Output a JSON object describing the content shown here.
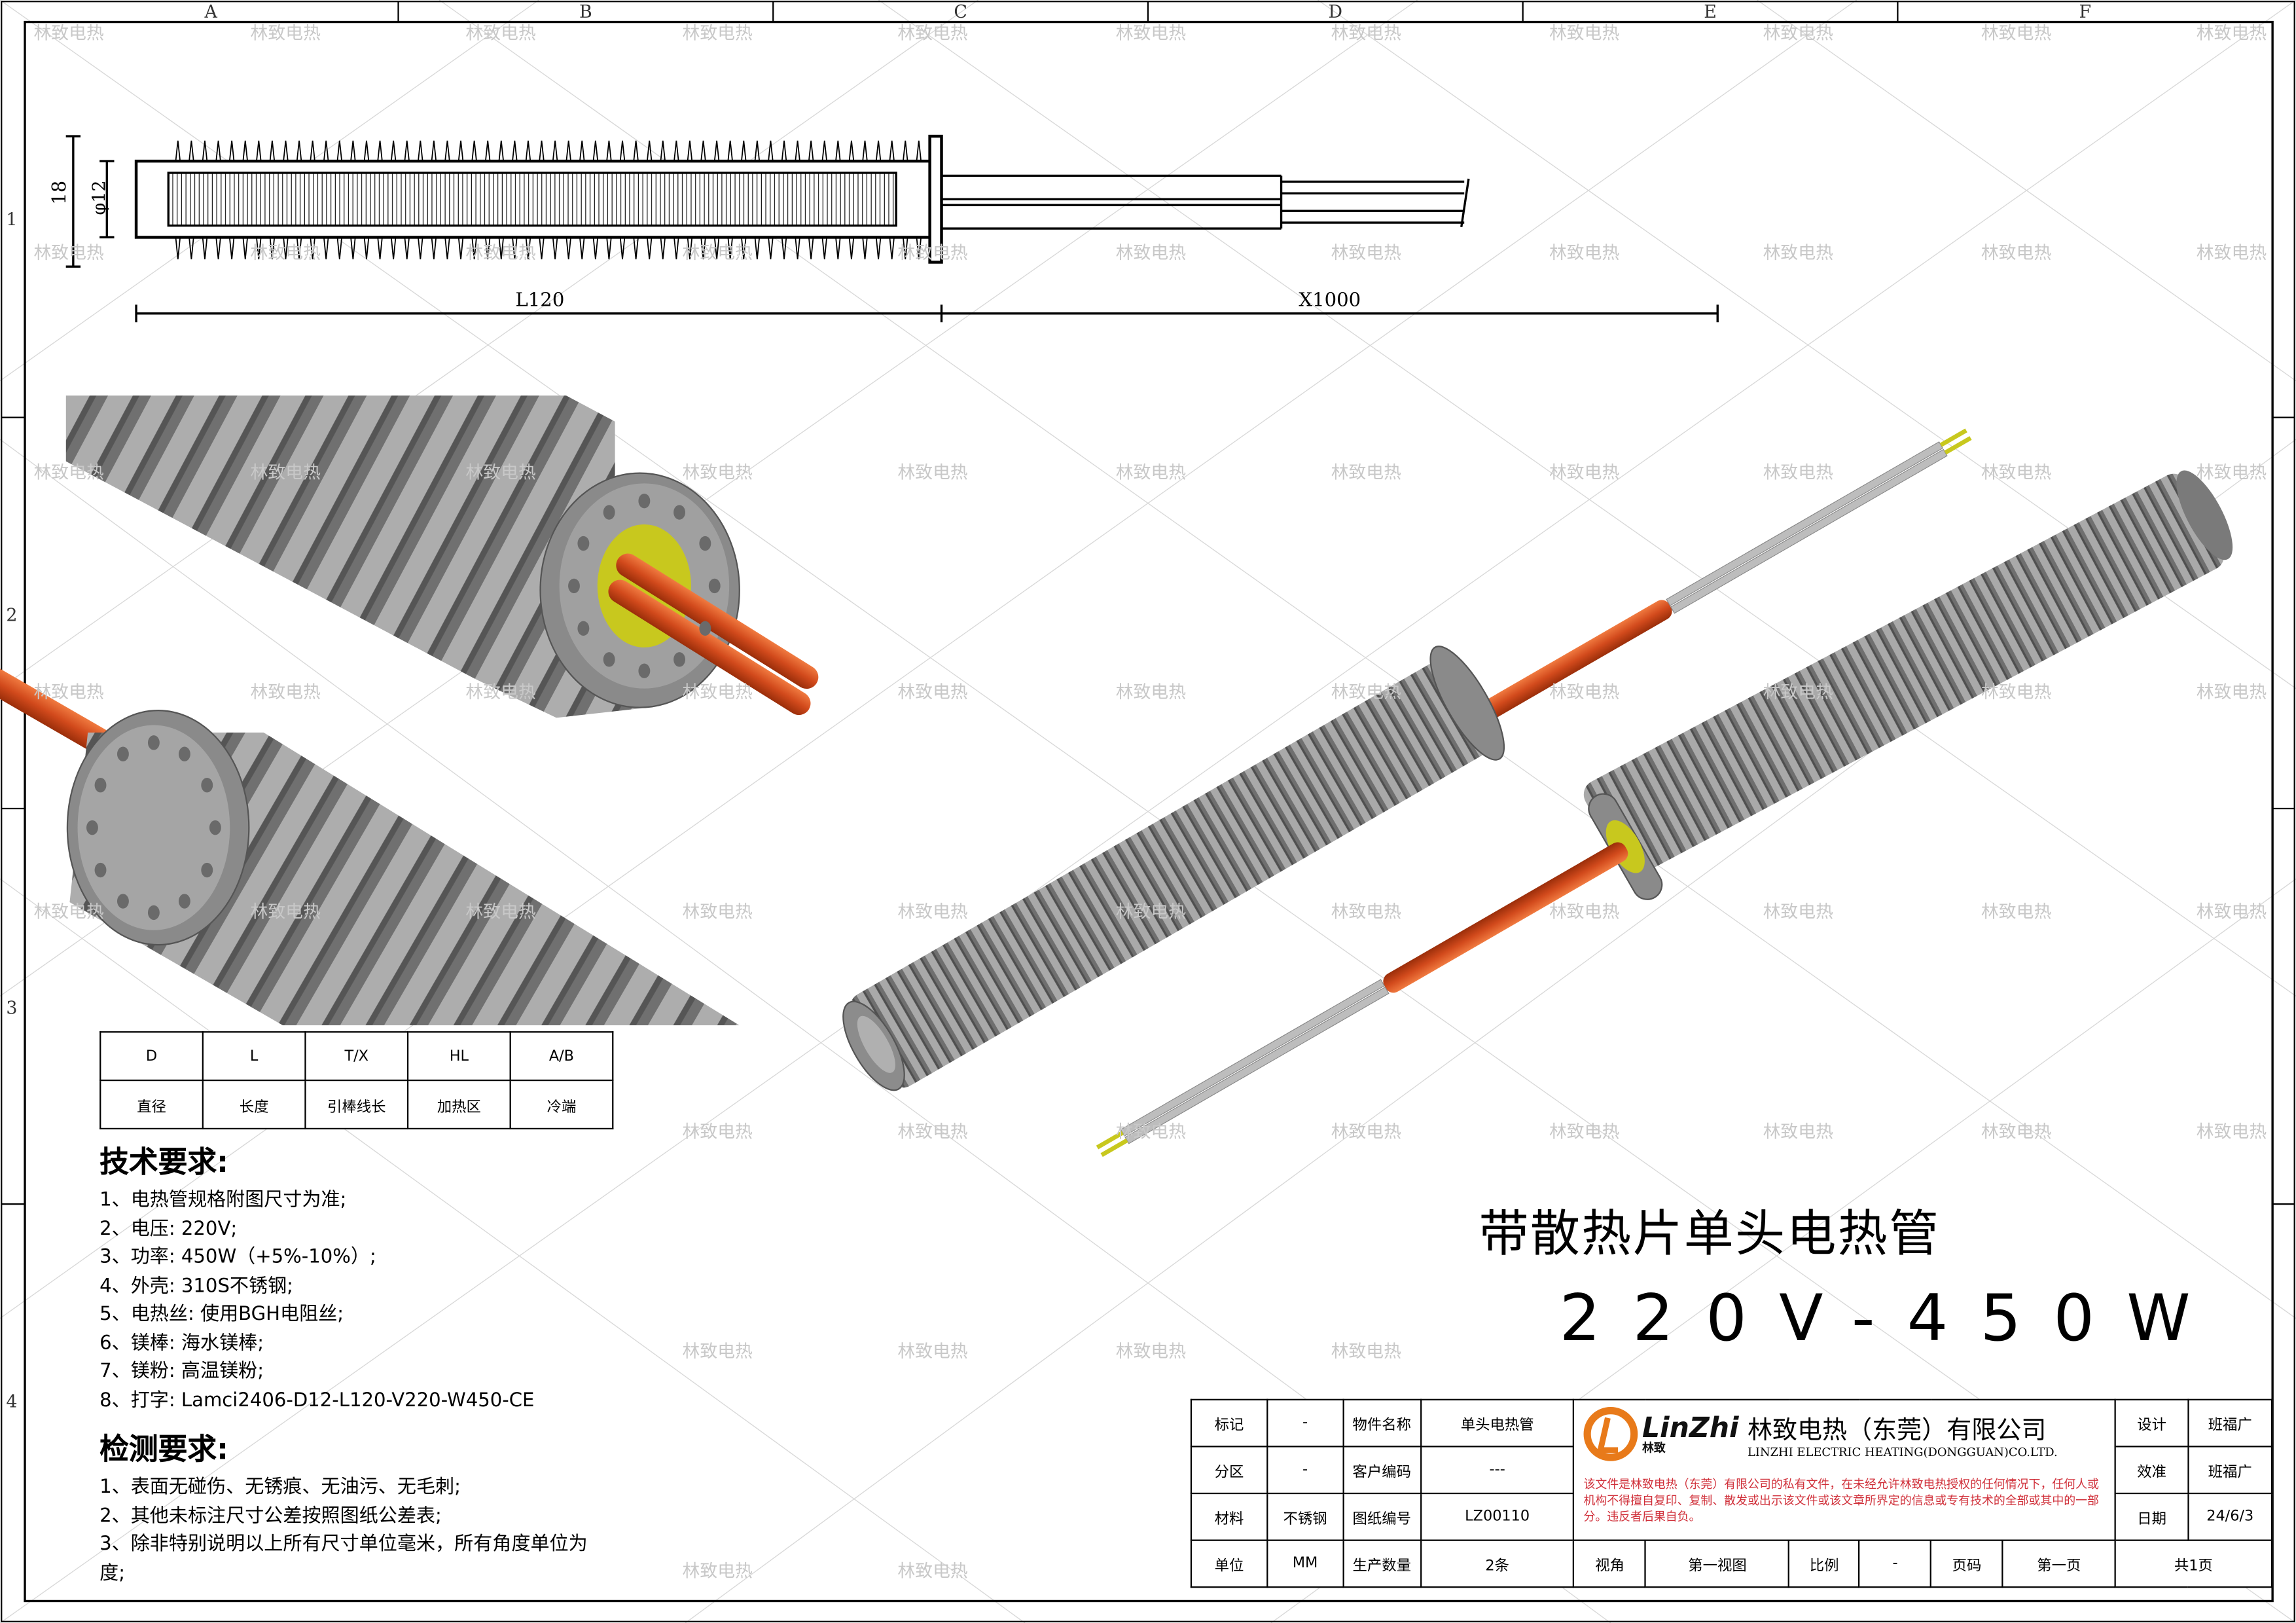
{
  "frame": {
    "columns": [
      "A",
      "B",
      "C",
      "D",
      "E",
      "F"
    ],
    "rows": [
      "1",
      "2",
      "3",
      "4"
    ],
    "watermark": "林致电热"
  },
  "drawing": {
    "dim_height": "18",
    "dim_diameter": "φ12",
    "dim_length": "L120",
    "dim_lead": "X1000"
  },
  "spec_table": {
    "codes": [
      "D",
      "L",
      "T/X",
      "HL",
      "A/B"
    ],
    "names": [
      "直径",
      "长度",
      "引棒线长",
      "加热区",
      "冷端"
    ]
  },
  "tech_requirements": {
    "heading": "技术要求:",
    "items": [
      "1、电热管规格附图尺寸为准;",
      "2、电压: 220V;",
      "3、功率: 450W（+5%-10%）;",
      "4、外壳: 310S不锈钢;",
      "5、电热丝: 使用BGH电阻丝;",
      "6、镁棒: 海水镁棒;",
      "7、镁粉: 高温镁粉;",
      "8、打字: Lamci2406-D12-L120-V220-W450-CE"
    ]
  },
  "inspection_requirements": {
    "heading": "检测要求:",
    "items": [
      "1、表面无碰伤、无锈痕、无油污、无毛刺;",
      "2、其他未标注尺寸公差按照图纸公差表;",
      "3、除非特别说明以上所有尺寸单位毫米，所有角度单位为度;"
    ]
  },
  "product_title": "带散热片单头电热管",
  "product_rating": "220V-450W",
  "title_block": {
    "mark_label": "标记",
    "mark_value": "-",
    "part_name_label": "物件名称",
    "part_name_value": "单头电热管",
    "zone_label": "分区",
    "zone_value": "-",
    "customer_code_label": "客户编码",
    "customer_code_value": "---",
    "material_label": "材料",
    "material_value": "不锈钢",
    "drawing_no_label": "图纸编号",
    "drawing_no_value": "LZ00110",
    "unit_label": "单位",
    "unit_value": "MM",
    "quantity_label": "生产数量",
    "quantity_value": "2条",
    "view_label": "视角",
    "view_value": "第一视图",
    "scale_label": "比例",
    "scale_value": "-",
    "page_label": "页码",
    "page_value": "第一页",
    "page_total": "共1页",
    "design_label": "设计",
    "design_value": "班福广",
    "check_label": "效准",
    "check_value": "班福广",
    "date_label": "日期",
    "date_value": "24/6/3",
    "logo_text": "LinZhi",
    "logo_sub": "林致",
    "company_cn": "林致电热（东莞）有限公司",
    "company_en": "LINZHI ELECTRIC HEATING(DONGGUAN)CO.LTD.",
    "notice": "该文件是林致电热（东莞）有限公司的私有文件，在未经允许林致电热授权的任何情况下，任何人或机构不得擅自复印、复制、散发或出示该文件或该文章所界定的信息或专有技术的全部或其中的一部分。违反者后果自负。"
  },
  "colors": {
    "wire": "#d24a1c",
    "lead": "#b8b8b8",
    "tube": "#7a7a7a",
    "insulator": "#c8c81e",
    "notice": "#d0303a",
    "logo": "#e87a1a"
  }
}
